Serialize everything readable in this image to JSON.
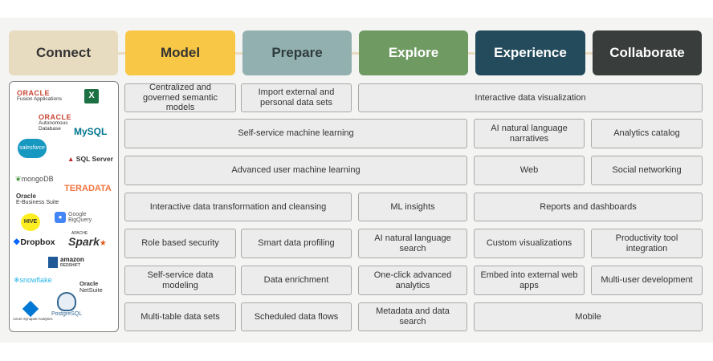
{
  "stages": [
    {
      "label": "Connect",
      "bg": "#e8dcc0",
      "fg": "#333333"
    },
    {
      "label": "Model",
      "bg": "#f9c746",
      "fg": "#333333"
    },
    {
      "label": "Prepare",
      "bg": "#93b0b0",
      "fg": "#2f3b3d"
    },
    {
      "label": "Explore",
      "bg": "#6f9a62",
      "fg": "#ffffff"
    },
    {
      "label": "Experience",
      "bg": "#234b5b",
      "fg": "#ffffff"
    },
    {
      "label": "Collaborate",
      "bg": "#393d3c",
      "fg": "#ffffff"
    }
  ],
  "capabilities": {
    "centralized_models": "Centralized and governed semantic models",
    "import_data": "Import external and personal data sets",
    "interactive_viz": "Interactive data visualization",
    "self_service_ml": "Self-service machine learning",
    "ai_narratives": "AI natural language narratives",
    "analytics_catalog": "Analytics catalog",
    "advanced_ml": "Advanced user machine learning",
    "web": "Web",
    "social_networking": "Social networking",
    "data_transformation": "Interactive data transformation and cleansing",
    "ml_insights": "ML insights",
    "reports_dashboards": "Reports and dashboards",
    "role_security": "Role based security",
    "smart_profiling": "Smart data profiling",
    "ai_search": "AI natural language search",
    "custom_viz": "Custom visualizations",
    "productivity_tool": "Productivity tool integration",
    "data_modeling": "Self-service data modeling",
    "data_enrichment": "Data enrichment",
    "one_click_analytics": "One-click advanced analytics",
    "embed_web": "Embed into external web apps",
    "multi_user_dev": "Multi-user development",
    "multi_table": "Multi-table data sets",
    "scheduled_flows": "Scheduled data flows",
    "metadata_search": "Metadata and data search",
    "mobile": "Mobile"
  },
  "logos": {
    "oracle_fusion": {
      "brand": "ORACLE",
      "sub": "Fusion Applications"
    },
    "excel": {
      "text": "X"
    },
    "oracle_adb": {
      "brand": "ORACLE",
      "sub": "Autonomous Database"
    },
    "mysql": {
      "text": "MySQL"
    },
    "salesforce": {
      "text": "salesforce"
    },
    "sqlserver": {
      "text": "SQL Server"
    },
    "mongodb": {
      "text": "mongoDB"
    },
    "oracle_ebs": {
      "brand": "Oracle",
      "sub": "E-Business Suite"
    },
    "teradata": {
      "text": "TERADATA"
    },
    "hive": {
      "text": "HIVE"
    },
    "bigquery": {
      "brand": "Google",
      "sub": "BigQuery"
    },
    "dropbox": {
      "text": "Dropbox"
    },
    "spark": {
      "text": "Spark",
      "pre": "APACHE"
    },
    "redshift": {
      "brand": "amazon",
      "sub": "REDSHIFT"
    },
    "snowflake": {
      "text": "snowflake"
    },
    "netsuite": {
      "brand": "Oracle",
      "sub": "NetSuite"
    },
    "synapse": {
      "text": "Azure Synapse Analytics"
    },
    "postgresql": {
      "text": "PostgreSQL"
    }
  },
  "colors": {
    "excel_green": "#1d7044",
    "salesforce_blue": "#1798c1",
    "oracle_red": "#c74634",
    "mongo_green": "#4a9a45",
    "teradata_orange": "#f37440",
    "dropbox_blue": "#0061fe",
    "spark_orange": "#e25a1c",
    "snowflake_blue": "#29b5e8",
    "postgres_blue": "#336791"
  }
}
